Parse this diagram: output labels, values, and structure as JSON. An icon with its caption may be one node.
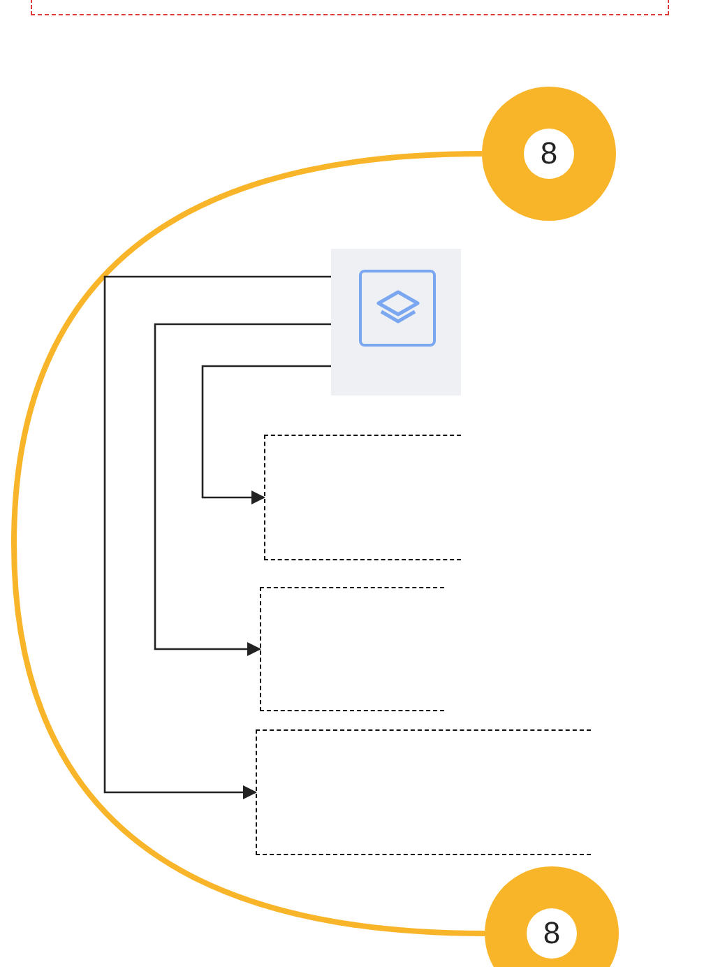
{
  "diagram": {
    "nodes": [
      {
        "text": [],
        "shape": "box"
      },
      {
        "text": [
          "8"
        ]
      },
      {
        "text": [],
        "shape": "box"
      },
      {
        "text": [],
        "shape": "box"
      },
      {
        "text": [],
        "shape": "box"
      },
      {
        "text": [],
        "shape": "box"
      },
      {
        "text": [
          "8"
        ]
      }
    ],
    "edges": [
      {
        "from": 1,
        "to": 6,
        "arrow": "none",
        "style": "thick",
        "color": "#f9b52a"
      },
      {
        "from": 2,
        "to": 5,
        "arrow": "to"
      },
      {
        "from": 2,
        "to": 4,
        "arrow": "to"
      },
      {
        "from": 2,
        "to": 3,
        "arrow": "to"
      }
    ]
  }
}
